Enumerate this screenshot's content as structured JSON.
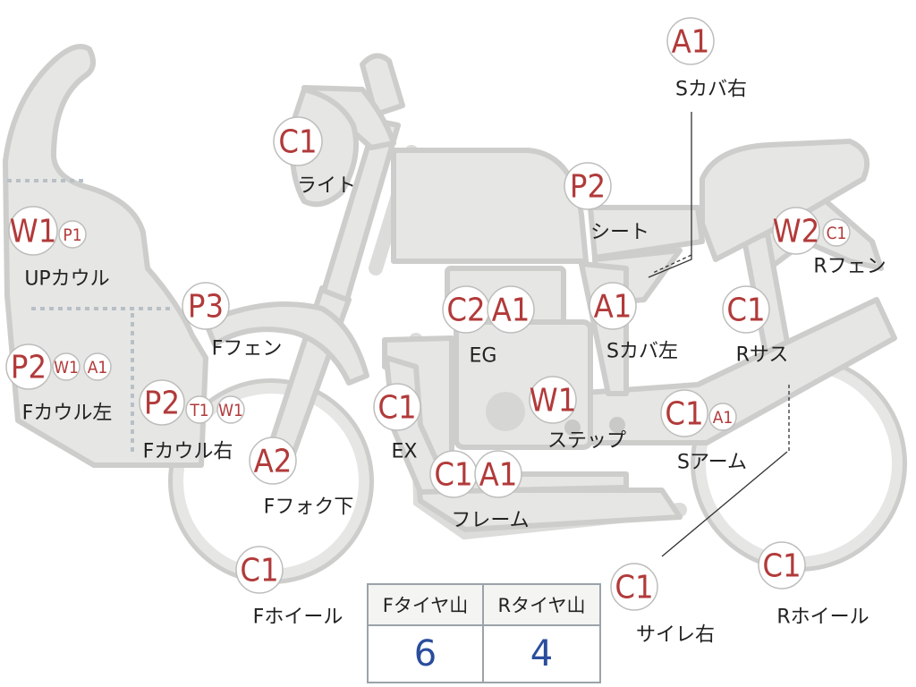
{
  "callouts": [
    {
      "id": "up-cowl",
      "label": "UPカウル",
      "codes": [
        "W1",
        "P1"
      ]
    },
    {
      "id": "f-cowl-left",
      "label": "Fカウル左",
      "codes": [
        "P2",
        "W1",
        "A1"
      ]
    },
    {
      "id": "f-cowl-right",
      "label": "Fカウル右",
      "codes": [
        "P2",
        "T1",
        "W1"
      ]
    },
    {
      "id": "f-fender",
      "label": "Fフェン",
      "codes": [
        "P3"
      ]
    },
    {
      "id": "light",
      "label": "ライト",
      "codes": [
        "C1"
      ]
    },
    {
      "id": "f-fork-lower",
      "label": "Fフォク下",
      "codes": [
        "A2"
      ]
    },
    {
      "id": "f-wheel",
      "label": "Fホイール",
      "codes": [
        "C1"
      ]
    },
    {
      "id": "ex",
      "label": "EX",
      "codes": [
        "C1"
      ]
    },
    {
      "id": "eg",
      "label": "EG",
      "codes": [
        "C2",
        "A1"
      ]
    },
    {
      "id": "frame",
      "label": "フレーム",
      "codes": [
        "C1",
        "A1"
      ]
    },
    {
      "id": "step",
      "label": "ステップ",
      "codes": [
        "W1"
      ]
    },
    {
      "id": "seat",
      "label": "シート",
      "codes": [
        "P2"
      ]
    },
    {
      "id": "s-cover-right",
      "label": "Sカバ右",
      "codes": [
        "A1"
      ]
    },
    {
      "id": "s-cover-left",
      "label": "Sカバ左",
      "codes": [
        "A1"
      ]
    },
    {
      "id": "r-fender",
      "label": "Rフェン",
      "codes": [
        "W2",
        "C1"
      ]
    },
    {
      "id": "r-sus",
      "label": "Rサス",
      "codes": [
        "C1"
      ]
    },
    {
      "id": "s-arm",
      "label": "Sアーム",
      "codes": [
        "C1",
        "A1"
      ]
    },
    {
      "id": "muffler-right",
      "label": "サイレ右",
      "codes": [
        "C1"
      ]
    },
    {
      "id": "r-wheel",
      "label": "Rホイール",
      "codes": [
        "C1"
      ]
    }
  ],
  "tire_table": {
    "headers": [
      "Fタイヤ山",
      "Rタイヤ山"
    ],
    "values": [
      "6",
      "4"
    ]
  },
  "colors": {
    "code": "#b23a3a",
    "value": "#2a4d9c",
    "part": "#e6e6e4"
  }
}
